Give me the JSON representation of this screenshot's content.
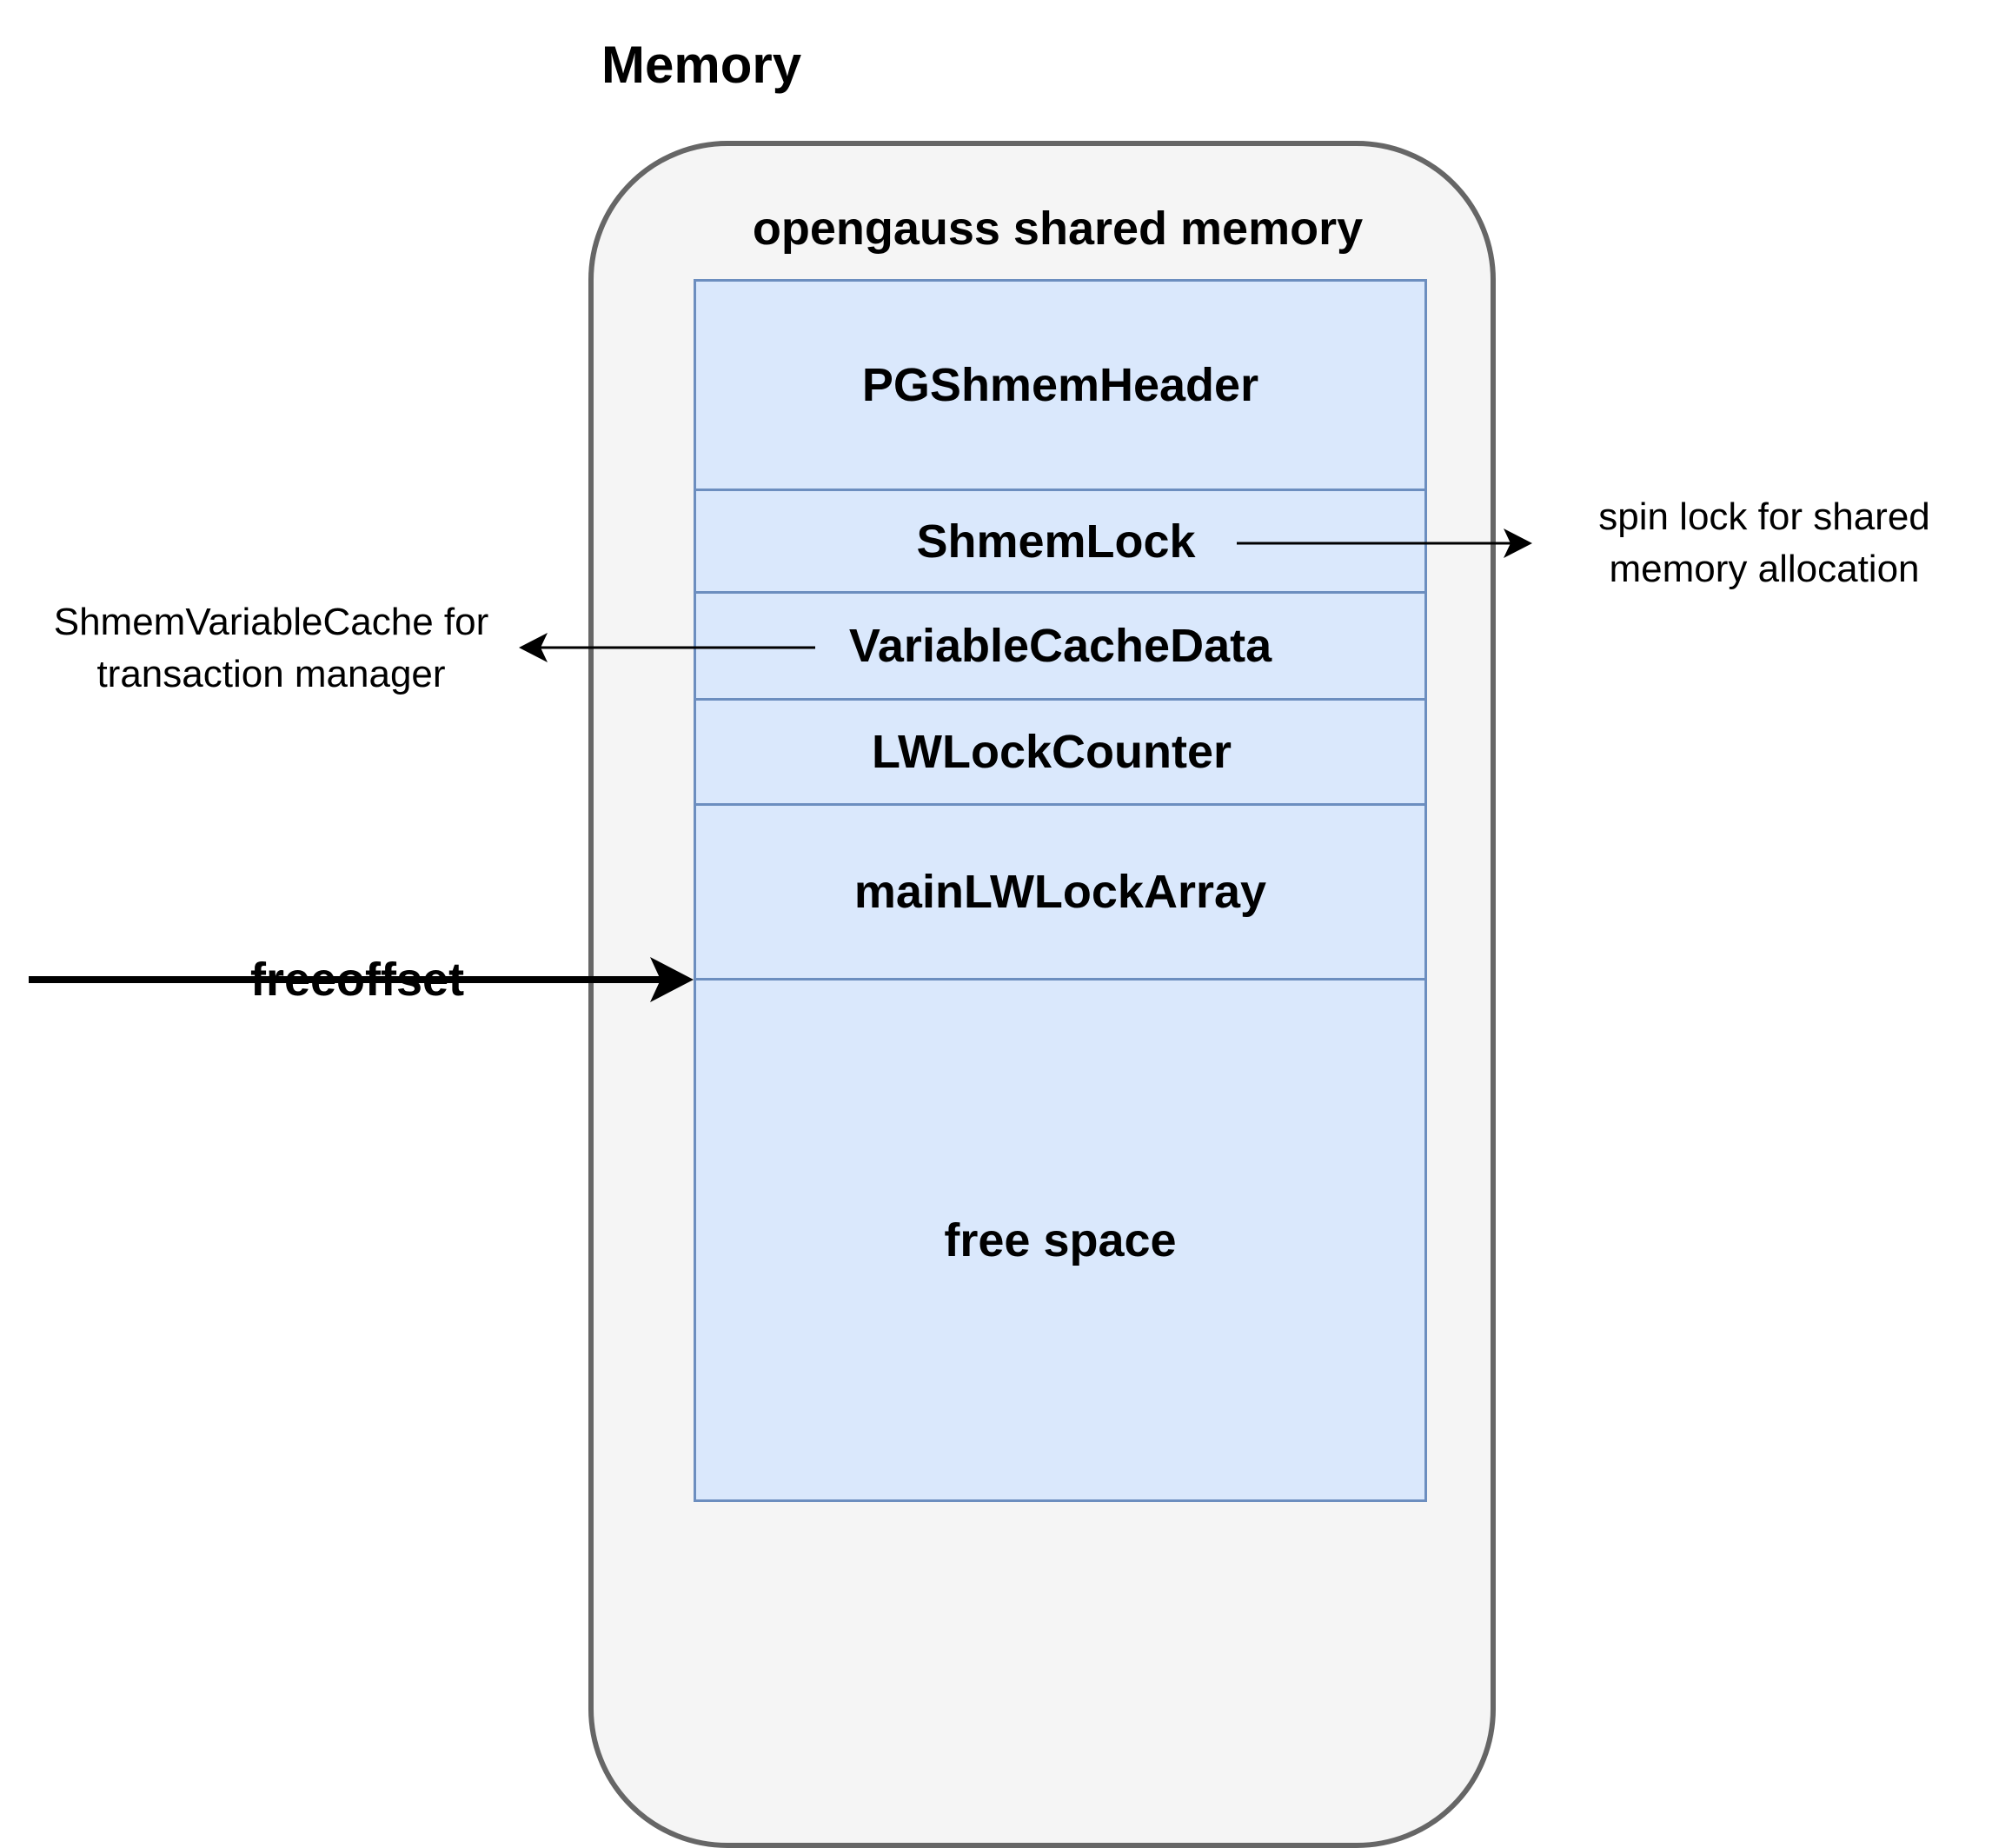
{
  "title": "Memory",
  "container": {
    "label": "opengauss shared memory"
  },
  "blocks": [
    {
      "label": "PGShmemHeader"
    },
    {
      "label": "ShmemLock"
    },
    {
      "label": "VariableCacheData"
    },
    {
      "label": "LWLockCounter"
    },
    {
      "label": "mainLWLockArray"
    },
    {
      "label": "free space"
    }
  ],
  "annotations": {
    "shmem_lock_note": [
      "spin lock for shared",
      "memory allocation"
    ],
    "variable_cache_note": [
      "ShmemVariableCache for",
      "transaction manager"
    ],
    "freeoffset": "freeoffset"
  },
  "colors": {
    "container_fill": "#f5f5f5",
    "container_border": "#666666",
    "block_fill": "#dae8fc",
    "block_border": "#6c8ebf"
  }
}
